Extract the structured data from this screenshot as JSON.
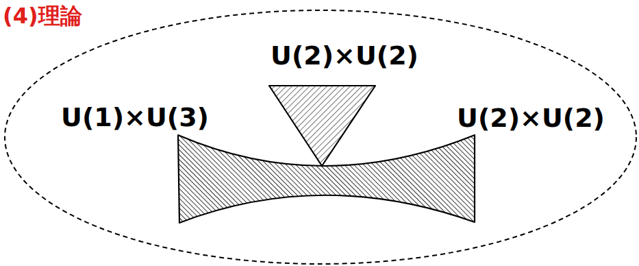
{
  "diagram": {
    "title": "(4)理論",
    "labels": [
      "U(2)×U(2)",
      "U(1)×U(3)",
      "U(2)×U(2)"
    ]
  }
}
